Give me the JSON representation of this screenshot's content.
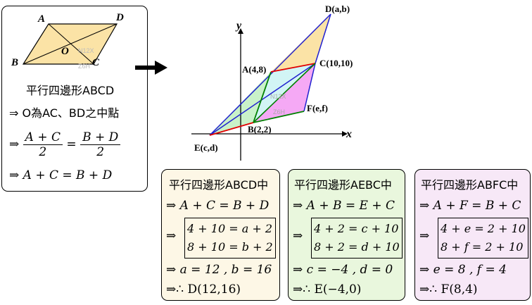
{
  "left": {
    "points": {
      "A": "A",
      "B": "B",
      "C": "C",
      "D": "D",
      "O": "O"
    },
    "title": "平行四邊形ABCD",
    "line1": "⇒ O為AC、BD之中點",
    "line2": {
      "arrow": "⇒",
      "n1": "A + C",
      "d1": "2",
      "eq": "=",
      "n2": "B + D",
      "d2": "2"
    },
    "line3": "⇒ A + C = B + D"
  },
  "arrow_icon": "right-arrow",
  "graph": {
    "axis_x": "x",
    "axis_y": "y",
    "labels": {
      "D": "D(a,b)",
      "A": "A(4,8)",
      "C": "C(10,10)",
      "F": "F(e,f)",
      "B": "B(2,2)",
      "E": "E(c,d)"
    }
  },
  "cards": [
    {
      "title": "平行四邊形ABCD中",
      "l1": "⇒ A + C = B + D",
      "s1": "4 + 10 = a + 2",
      "s2": "8 + 10 = b + 2",
      "l3": "⇒  a = 12 , b = 16",
      "l4": "⇒∴ D(12,16)",
      "bg": "#fdf7e6"
    },
    {
      "title": "平行四邊形AEBC中",
      "l1": "⇒ A + B = E + C",
      "s1": "4 + 2 = c + 10",
      "s2": "8 + 2 = d + 10",
      "l3": "⇒  c = −4 , d = 0",
      "l4": "⇒∴ E(−4,0)",
      "bg": "#e9f7dd"
    },
    {
      "title": "平行四邊形ABFC中",
      "l1": "⇒ A + F = B + C",
      "s1": "4 + e = 2 + 10",
      "s2": "8 + f = 2 + 10",
      "l3": "⇒  e = 8 , f = 4",
      "l4": "⇒∴ F(8,4)",
      "bg": "#f7e8f7"
    }
  ],
  "colors": {
    "yellow_fill": "#fbe3a6",
    "green_fill": "#c9f2c9",
    "cyan_fill": "#d2f5f5",
    "pink_fill": "#f5a9f5",
    "blue_line": "#2020d0",
    "green_line": "#008000",
    "red_line": "#e00000"
  }
}
